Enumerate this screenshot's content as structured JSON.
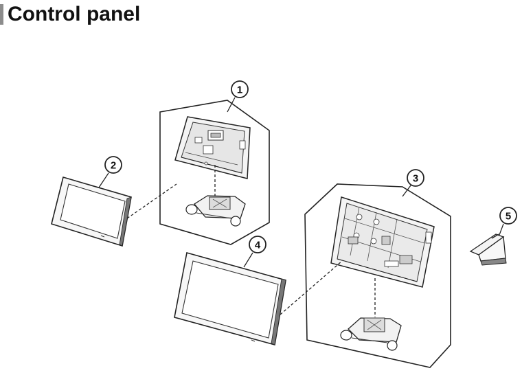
{
  "header": {
    "title": "Control panel"
  },
  "callouts": [
    {
      "id": "1",
      "label": "1"
    },
    {
      "id": "2",
      "label": "2"
    },
    {
      "id": "3",
      "label": "3"
    },
    {
      "id": "4",
      "label": "4"
    },
    {
      "id": "5",
      "label": "5"
    }
  ],
  "colors": {
    "line": "#222222",
    "accent": "#8c8c8c",
    "fill": "#f2f2f2"
  }
}
